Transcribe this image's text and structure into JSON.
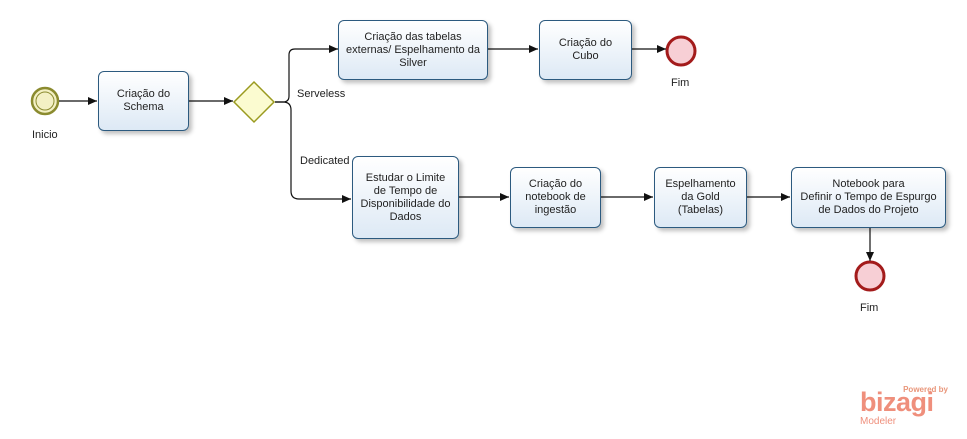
{
  "start_event": {
    "label": "Inicio"
  },
  "end_events": [
    {
      "label": "Fim"
    },
    {
      "label": "Fim"
    }
  ],
  "tasks": {
    "schema": "Criação do\nSchema",
    "tabelas": "Criação das tabelas\nexternas/ Espelhamento da\nSilver",
    "cubo": "Criação do\nCubo",
    "limite": "Estudar o Limite\nde Tempo de\nDisponibilidade do\nDados",
    "notebook": "Criação do\nnotebook de\ningestão",
    "gold": "Espelhamento\nda Gold\n(Tabelas)",
    "espurgo": "Notebook para\nDefinir o Tempo de Espurgo\nde Dados do Projeto"
  },
  "gateway_paths": {
    "serverless": "Serveless",
    "dedicated": "Dedicated"
  },
  "branding": {
    "powered_by": "Powered by",
    "name": "bizagi",
    "product": "Modeler"
  },
  "colors": {
    "task_border": "#2c5a7f",
    "start_ring": "#8b8b2f",
    "start_fill": "#f3f0c4",
    "end_ring": "#a31b1b",
    "end_fill": "#f7cfd5",
    "gateway_border": "#9a9a1f",
    "gateway_fill": "#fbfbd0",
    "brand": "#ef8f7c"
  }
}
